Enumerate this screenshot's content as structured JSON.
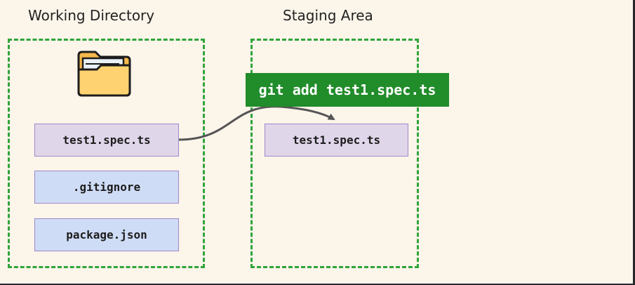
{
  "working_directory": {
    "title": "Working Directory",
    "files": [
      {
        "name": "test1.spec.ts"
      },
      {
        "name": ".gitignore"
      },
      {
        "name": "package.json"
      }
    ]
  },
  "staging_area": {
    "title": "Staging Area",
    "files": [
      {
        "name": "test1.spec.ts"
      }
    ]
  },
  "command": {
    "label": "git add test1.spec.ts"
  },
  "icons": {
    "working_directory": "folder-icon"
  },
  "colors": {
    "background": "#fcf5ea",
    "box_border": "#2fa43a",
    "command_bg": "#218c2a",
    "command_text": "#ffffff",
    "file_tracked_bg": "#e0d6ea",
    "file_other_bg": "#cfdcf6",
    "file_border": "#a287c8",
    "arrow": "#555555"
  }
}
